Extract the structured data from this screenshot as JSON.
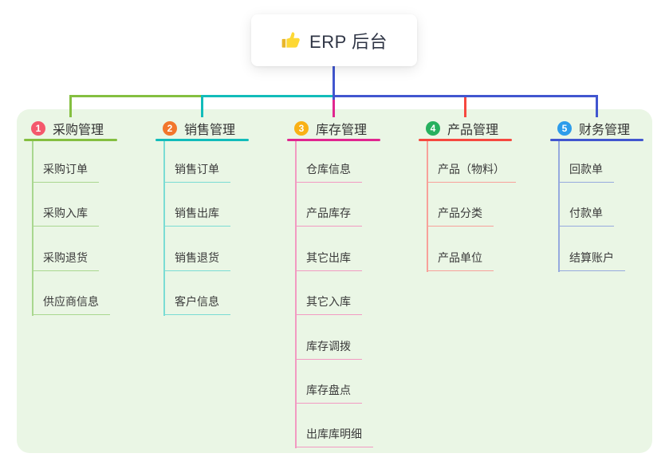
{
  "root": {
    "icon": "thumbs-up-icon",
    "title": "ERP 后台"
  },
  "panel": {
    "background": "#eaf6e5"
  },
  "stem_color": "#4156cf",
  "sections": [
    {
      "num": "1",
      "title": "采购管理",
      "badge_color": "#f4586c",
      "line_color": "#84bf40",
      "light_color": "#a9d78f",
      "items": [
        "采购订单",
        "采购入库",
        "采购退货",
        "供应商信息"
      ]
    },
    {
      "num": "2",
      "title": "销售管理",
      "badge_color": "#f2762c",
      "line_color": "#12bcba",
      "light_color": "#7adcd4",
      "items": [
        "销售订单",
        "销售出库",
        "销售退货",
        "客户信息"
      ]
    },
    {
      "num": "3",
      "title": "库存管理",
      "badge_color": "#f9b115",
      "line_color": "#e0268f",
      "light_color": "#f29ac2",
      "items": [
        "仓库信息",
        "产品库存",
        "其它出库",
        "其它入库",
        "库存调拨",
        "库存盘点",
        "出库库明细"
      ]
    },
    {
      "num": "4",
      "title": "产品管理",
      "badge_color": "#27b05e",
      "line_color": "#f6483f",
      "light_color": "#f8a19a",
      "items": [
        "产品（物料）",
        "产品分类",
        "产品单位"
      ]
    },
    {
      "num": "5",
      "title": "财务管理",
      "badge_color": "#2d9ceb",
      "line_color": "#4156cf",
      "light_color": "#96aade",
      "items": [
        "回款单",
        "付款单",
        "结算账户"
      ]
    }
  ]
}
